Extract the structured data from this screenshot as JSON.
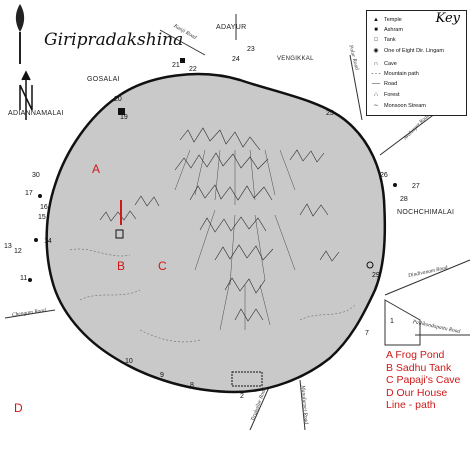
{
  "title": "Giripradakshina",
  "places": {
    "adayur": "ADAYUR",
    "gosalai": "GOSALAI",
    "adiannamalai": "ADIANNAMALAI",
    "vengikkal": "VENGIKKAL",
    "nochchimalai": "NOCHCHIMALAI"
  },
  "roads": {
    "kanji": "Kanji Road",
    "polur": "Polur Road",
    "avalurpet": "Avalurpet Road",
    "dindivanam": "Dindivanam Road",
    "chengam": "Chengam Road",
    "pallikondapattu": "Pallikondapattu Road",
    "tirukoilur": "Tirukoilur Road",
    "manalurpet": "Manalurpet Road"
  },
  "numbers": [
    "20",
    "19",
    "21",
    "22",
    "23",
    "24",
    "25",
    "26",
    "27",
    "28",
    "29",
    "30",
    "17",
    "16",
    "15",
    "14",
    "13",
    "12",
    "11",
    "10",
    "9",
    "8",
    "7",
    "2",
    "1"
  ],
  "key": {
    "title": "Key",
    "items": [
      {
        "symbol_name": "temple-icon",
        "label": "Temple"
      },
      {
        "symbol_name": "ashram-icon",
        "label": "Ashram"
      },
      {
        "symbol_name": "tank-icon",
        "label": "Tank"
      },
      {
        "symbol_name": "lingam-icon",
        "label": "One of Eight Dir. Lingam"
      },
      {
        "symbol_name": "cave-icon",
        "label": "Cave"
      },
      {
        "symbol_name": "mountain-path-icon",
        "label": "Mountain path"
      },
      {
        "symbol_name": "road-icon",
        "label": "Road"
      },
      {
        "symbol_name": "forest-icon",
        "label": "Forest"
      },
      {
        "symbol_name": "stream-icon",
        "label": "Monsoon Stream"
      }
    ]
  },
  "markers": [
    "A",
    "B",
    "C",
    "D"
  ],
  "legend": [
    "A Frog Pond",
    "B Sadhu Tank",
    "C Papaji's Cave",
    "D Our House",
    "Line - path"
  ],
  "colors": {
    "hill_fill": "#c9c9c9",
    "annotation_red": "#d01818",
    "ink": "#222222"
  }
}
